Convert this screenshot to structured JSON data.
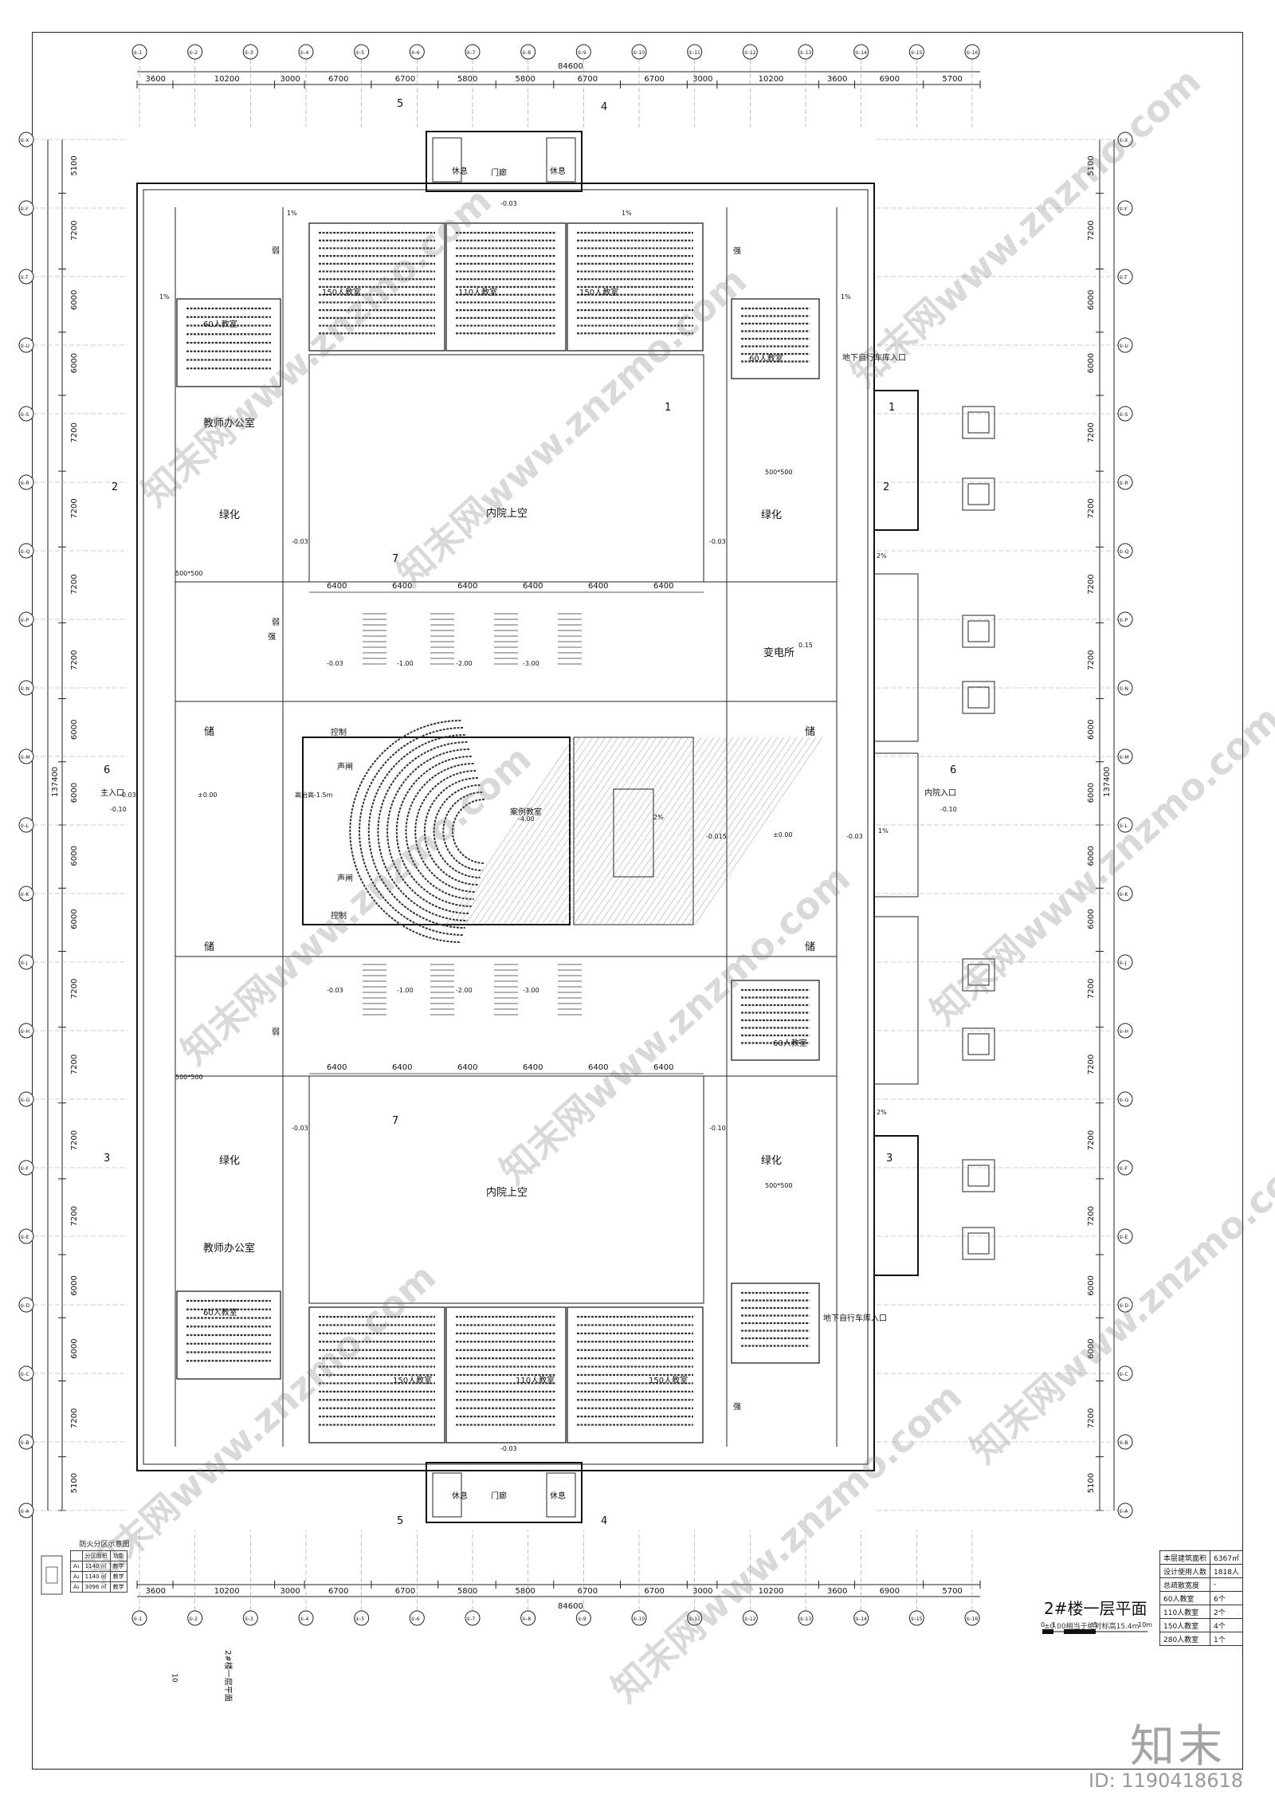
{
  "sheet": {
    "title": "2#楼一层平面",
    "subtitle": "±0.00相当于绝对标高15.4m",
    "scale_labels": [
      "0",
      "1",
      "5",
      "10m"
    ]
  },
  "overall_dims": {
    "width_total": "84600",
    "height_total": "137400",
    "top_segments": [
      "3600",
      "10200",
      "3000",
      "6700",
      "6700",
      "5800",
      "5800",
      "6700",
      "6700",
      "3000",
      "10200",
      "3600",
      "6900",
      "5700"
    ],
    "side_segments": [
      "5100",
      "7200",
      "6000",
      "6000",
      "7200",
      "7200",
      "7200",
      "7200",
      "6000",
      "6000",
      "6000",
      "6000",
      "7200",
      "7200",
      "7200",
      "7200",
      "6000",
      "6000",
      "7200",
      "5100"
    ],
    "courtyard_dims": [
      "6400",
      "6400",
      "6400",
      "6400",
      "6400",
      "6400"
    ]
  },
  "grid_labels": {
    "top": [
      "①-1",
      "①-2",
      "①-3",
      "①-4",
      "①-5",
      "①-6",
      "①-7",
      "①-8",
      "①-9",
      "①-10",
      "①-11",
      "①-12",
      "①-13",
      "①-14",
      "①-15",
      "①-16"
    ],
    "left": [
      "①-X",
      "①-Y",
      "①-T",
      "①-U",
      "①-S",
      "①-R",
      "①-Q",
      "①-P",
      "①-N",
      "①-M",
      "①-L",
      "①-K",
      "①-J",
      "①-H",
      "①-G",
      "①-F",
      "①-E",
      "①-D",
      "①-C",
      "①-B",
      "①-A"
    ]
  },
  "rooms": {
    "rest_left": "休息",
    "portico": "门廊",
    "rest_right": "休息",
    "teacher_office": "教师办公室",
    "greening": "绿化",
    "courtyard_void": "内院上空",
    "substation": "变电所",
    "substation_level": "0.15",
    "storage": "储",
    "control": "控制",
    "sound_lock": "声闸",
    "case_classroom": "案例教室",
    "main_entrance": "主入口",
    "inner_courtyard_entrance": "内院入口",
    "bike_garage_entrance": "地下自行车库入口",
    "weak_current": "弱",
    "strong_current": "强",
    "shaft_label": "500*500",
    "lift_note": "高抬高-1.5m"
  },
  "classrooms": {
    "classroom_60": "60人教室",
    "classroom_150": "150人教室",
    "classroom_110": "110人教室"
  },
  "levels": {
    "l0": "±0.00",
    "lm003": "-0.03",
    "lm010": "-0.10",
    "lm100": "-1.00",
    "lm200": "-2.00",
    "lm300": "-3.00",
    "lm400": "-4.00",
    "lm0015": "-0.015",
    "slope_1": "1%",
    "slope_2": "2%"
  },
  "section_marks": [
    "1",
    "2",
    "3",
    "4",
    "5",
    "6",
    "7"
  ],
  "stats_table": [
    {
      "label": "本层建筑面积",
      "value": "6367㎡"
    },
    {
      "label": "设计使用人数",
      "value": "1818人"
    },
    {
      "label": "总疏散宽度",
      "value": "-"
    },
    {
      "label": "60人教室",
      "value": "6个"
    },
    {
      "label": "110人教室",
      "value": "2个"
    },
    {
      "label": "150人教室",
      "value": "4个"
    },
    {
      "label": "280人教室",
      "value": "1个"
    }
  ],
  "fire_zones": {
    "title": "防火分区示意图",
    "headers": [
      "",
      "分区面积",
      "功能"
    ],
    "rows": [
      [
        "A₁",
        "1140 ㎡",
        "教学"
      ],
      [
        "A₂",
        "1140 ㎡",
        "教学"
      ],
      [
        "A₃",
        "3096 ㎡",
        "教学"
      ]
    ]
  },
  "side_note": "2#楼一层平面",
  "page_number": "10",
  "watermark_text": "知末网www.znzmo.com",
  "brand_mark": "知末",
  "image_id": "ID: 1190418618"
}
